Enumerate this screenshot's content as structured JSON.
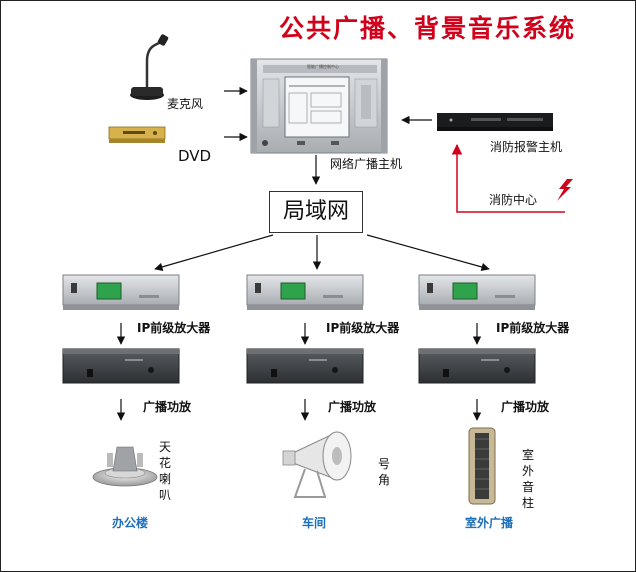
{
  "title": "公共广播、背景音乐系统",
  "sources": {
    "microphone_label": "麦克风",
    "dvd_label": "DVD"
  },
  "host": {
    "label": "网络广播主机",
    "screen_text": "智能广播控制中心"
  },
  "fire_alarm": {
    "host_label": "消防报警主机",
    "center_label": "消防中心"
  },
  "network": {
    "label": "局域网"
  },
  "branches": [
    {
      "preamp_label": "IP前级放大器",
      "amp_label": "广播功放",
      "speaker_label": "天花喇叭",
      "zone_label": "办公楼"
    },
    {
      "preamp_label": "IP前级放大器",
      "amp_label": "广播功放",
      "speaker_label": "号角",
      "zone_label": "车间"
    },
    {
      "preamp_label": "IP前级放大器",
      "amp_label": "广播功放",
      "speaker_label": "室外音柱",
      "zone_label": "室外广播"
    }
  ],
  "colors": {
    "title": "#d0021b",
    "zone": "#1c6fb8",
    "fire_line": "#d0021b",
    "device_silver": "#c9ccd0",
    "device_dark": "#3c4043"
  }
}
